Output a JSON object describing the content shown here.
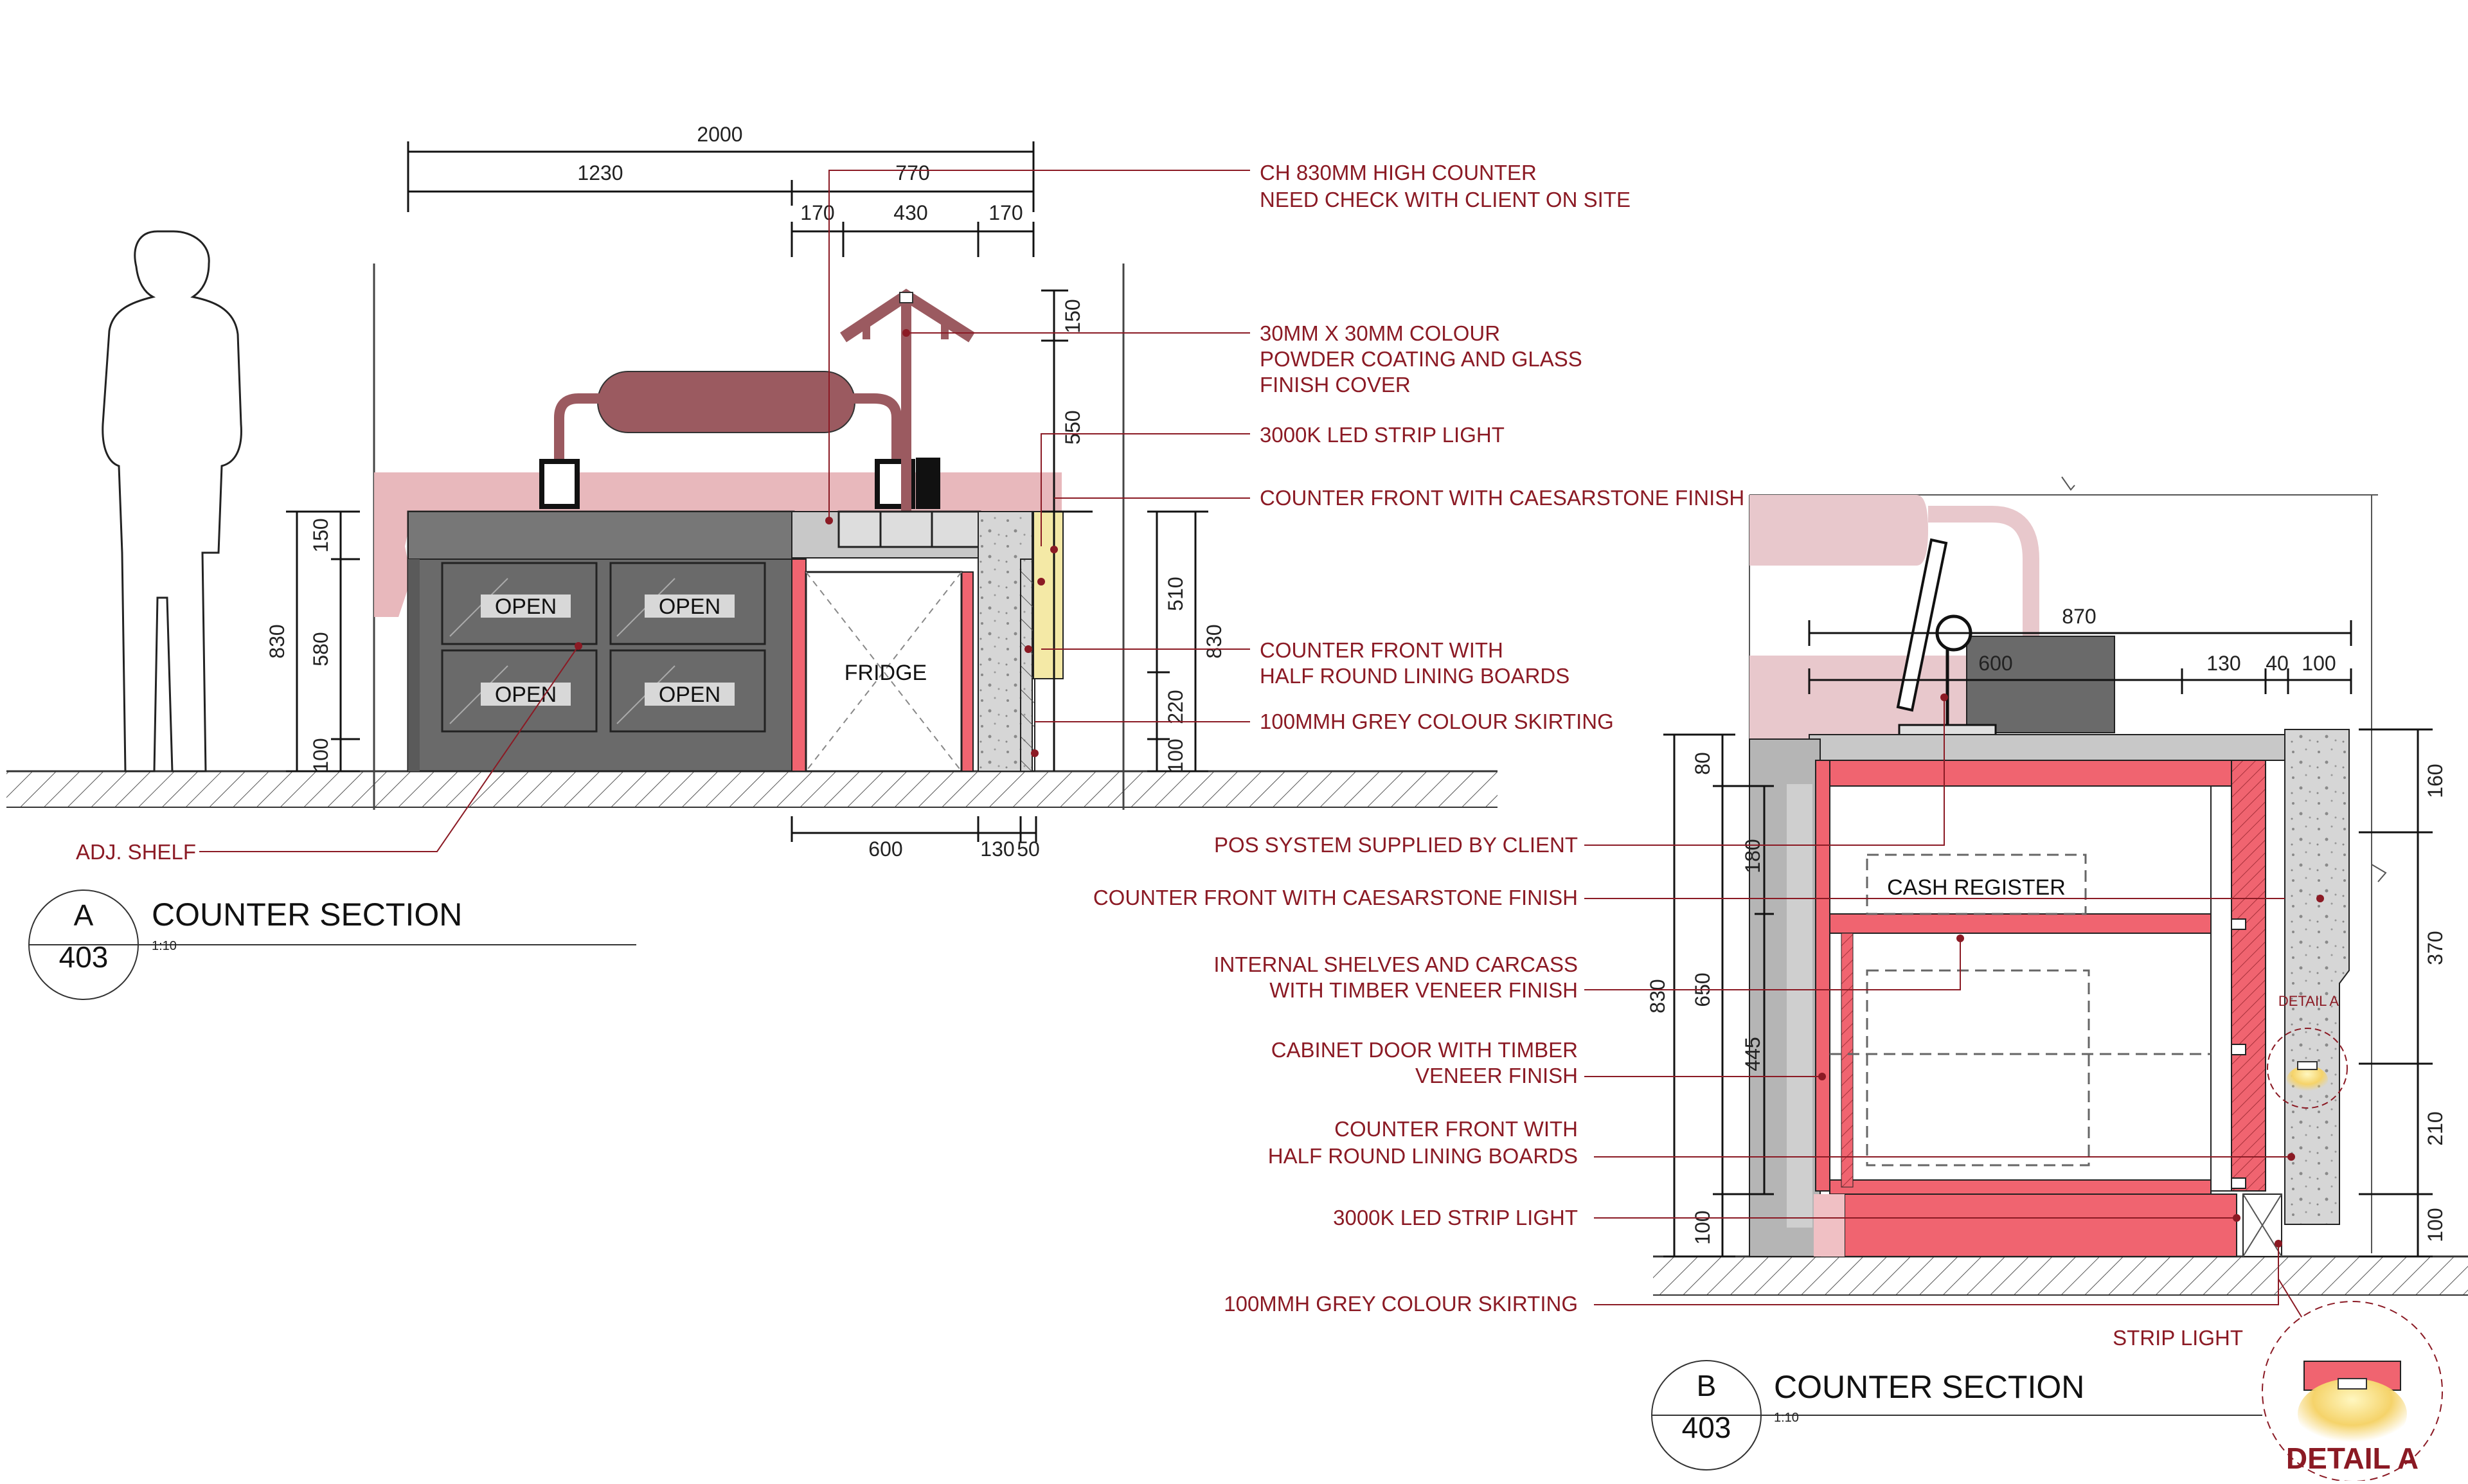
{
  "colors": {
    "leader": "#8b1a24",
    "accent_red": "#f06470",
    "pink": "#e8b8bc",
    "mauve": "#9b5a60",
    "dark_grey": "#6a6a6a",
    "concrete": "#cfcfcf"
  },
  "section_a": {
    "dims": {
      "overall": "2000",
      "left": "1230",
      "right": "770",
      "r1": "170",
      "r2": "430",
      "r3": "170",
      "v150a": "150",
      "v580": "580",
      "v100a": "100",
      "v830a": "830",
      "v150top": "150",
      "v550": "550",
      "v510": "510",
      "v220": "220",
      "v100b": "100",
      "v830b": "830",
      "b600": "600",
      "b130": "130",
      "b50": "50"
    },
    "door_labels": [
      "OPEN",
      "OPEN",
      "OPEN",
      "OPEN"
    ],
    "fridge_label": "FRIDGE",
    "notes": {
      "n1_line1": "CH 830MM HIGH COUNTER",
      "n1_line2": "NEED CHECK WITH CLIENT ON SITE",
      "n2_line1": "30MM X 30MM COLOUR",
      "n2_line2": "POWDER COATING AND GLASS",
      "n2_line3": "FINISH COVER",
      "n3": "3000K LED STRIP LIGHT",
      "n4": "COUNTER FRONT WITH CAESARSTONE FINISH",
      "n5_line1": "COUNTER FRONT WITH",
      "n5_line2": "HALF ROUND LINING BOARDS",
      "n6": "100MMH GREY COLOUR SKIRTING",
      "adj_shelf": "ADJ. SHELF"
    },
    "tag": {
      "letter": "A",
      "sheet": "403",
      "title": "COUNTER SECTION",
      "scale": "1:10"
    }
  },
  "section_b": {
    "dims": {
      "top870": "870",
      "d600": "600",
      "d130": "130",
      "d40": "40",
      "d100": "100",
      "l80": "80",
      "l180": "180",
      "l650": "650",
      "l445": "445",
      "l830": "830",
      "l100": "100",
      "r160": "160",
      "r370": "370",
      "r210": "210",
      "r100": "100"
    },
    "cash_register": "CASH REGISTER",
    "detail_a_small": "DETAIL A",
    "notes": {
      "pos": "POS SYSTEM SUPPLIED  BY CLIENT",
      "caesarstone": "COUNTER FRONT WITH CAESARSTONE FINISH",
      "shelves_line1": "INTERNAL SHELVES AND CARCASS",
      "shelves_line2": "WITH TIMBER VENEER FINISH",
      "door_line1": "CABINET DOOR WITH TIMBER",
      "door_line2": "VENEER FINISH",
      "half_line1": "COUNTER FRONT WITH",
      "half_line2": "HALF ROUND LINING BOARDS",
      "led": "3000K LED STRIP LIGHT",
      "skirting": "100MMH GREY COLOUR SKIRTING",
      "strip": "STRIP LIGHT"
    },
    "tag": {
      "letter": "B",
      "sheet": "403",
      "title": "COUNTER SECTION",
      "scale": "1:10"
    },
    "detail_title": "DETAIL A"
  }
}
